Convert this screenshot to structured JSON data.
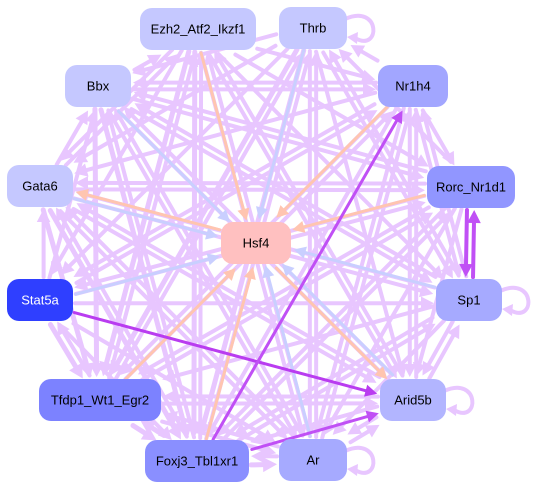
{
  "nodes": [
    {
      "id": "ezh2",
      "label": "Ezh2_Atf2_Ikzf1",
      "fill": "#c5c8ff",
      "text": "#000000"
    },
    {
      "id": "thrb",
      "label": "Thrb",
      "fill": "#c5c8ff",
      "text": "#000000"
    },
    {
      "id": "bbx",
      "label": "Bbx",
      "fill": "#c5c8ff",
      "text": "#000000"
    },
    {
      "id": "nr1h4",
      "label": "Nr1h4",
      "fill": "#a2a6ff",
      "text": "#000000"
    },
    {
      "id": "gata6",
      "label": "Gata6",
      "fill": "#c5c8ff",
      "text": "#000000"
    },
    {
      "id": "rorc",
      "label": "Rorc_Nr1d1",
      "fill": "#9196ff",
      "text": "#000000"
    },
    {
      "id": "hsf4",
      "label": "Hsf4",
      "fill": "#ffc0c0",
      "text": "#000000"
    },
    {
      "id": "stat5a",
      "label": "Stat5a",
      "fill": "#2f3fff",
      "text": "#ffffff"
    },
    {
      "id": "sp1",
      "label": "Sp1",
      "fill": "#a6aaff",
      "text": "#000000"
    },
    {
      "id": "tfdp1",
      "label": "Tfdp1_Wt1_Egr2",
      "fill": "#7c82ff",
      "text": "#000000"
    },
    {
      "id": "arid5b",
      "label": "Arid5b",
      "fill": "#b2b5ff",
      "text": "#000000"
    },
    {
      "id": "foxj3",
      "label": "Foxj3_Tbl1xr1",
      "fill": "#8a8fff",
      "text": "#000000"
    },
    {
      "id": "ar",
      "label": "Ar",
      "fill": "#a6aaff",
      "text": "#000000"
    }
  ],
  "edges": [
    {
      "from": "ezh2",
      "to": "hsf4",
      "color": "#ffc5b0",
      "weight": 3
    },
    {
      "from": "thrb",
      "to": "hsf4",
      "color": "#c9cfff",
      "weight": 3
    },
    {
      "from": "bbx",
      "to": "hsf4",
      "color": "#c9cfff",
      "weight": 3
    },
    {
      "from": "nr1h4",
      "to": "hsf4",
      "color": "#ffc5b0",
      "weight": 3
    },
    {
      "from": "gata6",
      "to": "hsf4",
      "color": "#c9cfff",
      "weight": 3
    },
    {
      "from": "rorc",
      "to": "hsf4",
      "color": "#ffc5b0",
      "weight": 3
    },
    {
      "from": "stat5a",
      "to": "hsf4",
      "color": "#c9cfff",
      "weight": 3
    },
    {
      "from": "sp1",
      "to": "hsf4",
      "color": "#c9cfff",
      "weight": 3
    },
    {
      "from": "tfdp1",
      "to": "hsf4",
      "color": "#ffc5b0",
      "weight": 3
    },
    {
      "from": "arid5b",
      "to": "hsf4",
      "color": "#c9cfff",
      "weight": 3
    },
    {
      "from": "foxj3",
      "to": "hsf4",
      "color": "#ffc5b0",
      "weight": 3
    },
    {
      "from": "ar",
      "to": "hsf4",
      "color": "#c9cfff",
      "weight": 3
    },
    {
      "from": "hsf4",
      "to": "gata6",
      "color": "#ffc5b0",
      "weight": 3
    },
    {
      "from": "hsf4",
      "to": "arid5b",
      "color": "#ffc5b0",
      "weight": 3
    },
    {
      "from": "stat5a",
      "to": "arid5b",
      "color": "#b93cf0",
      "weight": 3
    },
    {
      "from": "foxj3",
      "to": "nr1h4",
      "color": "#c050f5",
      "weight": 3
    },
    {
      "from": "rorc",
      "to": "sp1",
      "color": "#c050f5",
      "weight": 4
    },
    {
      "from": "sp1",
      "to": "rorc",
      "color": "#c050f5",
      "weight": 4
    },
    {
      "from": "foxj3",
      "to": "arid5b",
      "color": "#c050f5",
      "weight": 3
    },
    {
      "from": "ezh2",
      "to": "tfdp1",
      "color": "#e8c6ff",
      "weight": 5
    },
    {
      "from": "ezh2",
      "to": "foxj3",
      "color": "#e8c6ff",
      "weight": 5
    },
    {
      "from": "ezh2",
      "to": "ar",
      "color": "#e8c6ff",
      "weight": 4
    },
    {
      "from": "ezh2",
      "to": "arid5b",
      "color": "#e8c6ff",
      "weight": 4
    },
    {
      "from": "ezh2",
      "to": "sp1",
      "color": "#e8c6ff",
      "weight": 4
    },
    {
      "from": "ezh2",
      "to": "rorc",
      "color": "#e8c6ff",
      "weight": 4
    },
    {
      "from": "ezh2",
      "to": "nr1h4",
      "color": "#e8c6ff",
      "weight": 4
    },
    {
      "from": "ezh2",
      "to": "gata6",
      "color": "#e8c6ff",
      "weight": 4
    },
    {
      "from": "ezh2",
      "to": "stat5a",
      "color": "#e8c6ff",
      "weight": 4
    },
    {
      "from": "thrb",
      "to": "foxj3",
      "color": "#e8c6ff",
      "weight": 5
    },
    {
      "from": "thrb",
      "to": "tfdp1",
      "color": "#e8c6ff",
      "weight": 5
    },
    {
      "from": "thrb",
      "to": "ar",
      "color": "#e8c6ff",
      "weight": 4
    },
    {
      "from": "thrb",
      "to": "arid5b",
      "color": "#e8c6ff",
      "weight": 4
    },
    {
      "from": "thrb",
      "to": "sp1",
      "color": "#e8c6ff",
      "weight": 4
    },
    {
      "from": "thrb",
      "to": "bbx",
      "color": "#e8c6ff",
      "weight": 4
    },
    {
      "from": "thrb",
      "to": "gata6",
      "color": "#e8c6ff",
      "weight": 4
    },
    {
      "from": "thrb",
      "to": "stat5a",
      "color": "#e8c6ff",
      "weight": 4
    },
    {
      "from": "bbx",
      "to": "tfdp1",
      "color": "#e8c6ff",
      "weight": 5
    },
    {
      "from": "bbx",
      "to": "foxj3",
      "color": "#e8c6ff",
      "weight": 5
    },
    {
      "from": "bbx",
      "to": "ar",
      "color": "#e8c6ff",
      "weight": 4
    },
    {
      "from": "bbx",
      "to": "arid5b",
      "color": "#e8c6ff",
      "weight": 4
    },
    {
      "from": "bbx",
      "to": "sp1",
      "color": "#e8c6ff",
      "weight": 4
    },
    {
      "from": "bbx",
      "to": "rorc",
      "color": "#e8c6ff",
      "weight": 4
    },
    {
      "from": "bbx",
      "to": "nr1h4",
      "color": "#e8c6ff",
      "weight": 4
    },
    {
      "from": "bbx",
      "to": "ezh2",
      "color": "#e8c6ff",
      "weight": 4
    },
    {
      "from": "nr1h4",
      "to": "tfdp1",
      "color": "#e8c6ff",
      "weight": 4
    },
    {
      "from": "nr1h4",
      "to": "foxj3",
      "color": "#e8c6ff",
      "weight": 4
    },
    {
      "from": "nr1h4",
      "to": "ar",
      "color": "#e8c6ff",
      "weight": 4
    },
    {
      "from": "nr1h4",
      "to": "arid5b",
      "color": "#e8c6ff",
      "weight": 4
    },
    {
      "from": "nr1h4",
      "to": "sp1",
      "color": "#e8c6ff",
      "weight": 4
    },
    {
      "from": "nr1h4",
      "to": "rorc",
      "color": "#e8c6ff",
      "weight": 4
    },
    {
      "from": "nr1h4",
      "to": "gata6",
      "color": "#e8c6ff",
      "weight": 4
    },
    {
      "from": "nr1h4",
      "to": "stat5a",
      "color": "#e8c6ff",
      "weight": 4
    },
    {
      "from": "nr1h4",
      "to": "bbx",
      "color": "#e8c6ff",
      "weight": 4
    },
    {
      "from": "nr1h4",
      "to": "thrb",
      "color": "#e8c6ff",
      "weight": 4
    },
    {
      "from": "gata6",
      "to": "tfdp1",
      "color": "#e8c6ff",
      "weight": 5
    },
    {
      "from": "gata6",
      "to": "foxj3",
      "color": "#e8c6ff",
      "weight": 5
    },
    {
      "from": "gata6",
      "to": "ar",
      "color": "#e8c6ff",
      "weight": 4
    },
    {
      "from": "gata6",
      "to": "arid5b",
      "color": "#e8c6ff",
      "weight": 4
    },
    {
      "from": "gata6",
      "to": "sp1",
      "color": "#e8c6ff",
      "weight": 4
    },
    {
      "from": "gata6",
      "to": "rorc",
      "color": "#e8c6ff",
      "weight": 4
    },
    {
      "from": "gata6",
      "to": "bbx",
      "color": "#e8c6ff",
      "weight": 4
    },
    {
      "from": "gata6",
      "to": "ezh2",
      "color": "#e8c6ff",
      "weight": 4
    },
    {
      "from": "rorc",
      "to": "tfdp1",
      "color": "#e8c6ff",
      "weight": 4
    },
    {
      "from": "rorc",
      "to": "foxj3",
      "color": "#e8c6ff",
      "weight": 4
    },
    {
      "from": "rorc",
      "to": "ar",
      "color": "#e8c6ff",
      "weight": 4
    },
    {
      "from": "rorc",
      "to": "arid5b",
      "color": "#e8c6ff",
      "weight": 4
    },
    {
      "from": "rorc",
      "to": "stat5a",
      "color": "#e8c6ff",
      "weight": 4
    },
    {
      "from": "rorc",
      "to": "gata6",
      "color": "#e8c6ff",
      "weight": 4
    },
    {
      "from": "rorc",
      "to": "bbx",
      "color": "#e8c6ff",
      "weight": 4
    },
    {
      "from": "rorc",
      "to": "thrb",
      "color": "#e8c6ff",
      "weight": 4
    },
    {
      "from": "stat5a",
      "to": "tfdp1",
      "color": "#e8c6ff",
      "weight": 5
    },
    {
      "from": "stat5a",
      "to": "foxj3",
      "color": "#e8c6ff",
      "weight": 4
    },
    {
      "from": "stat5a",
      "to": "ar",
      "color": "#e8c6ff",
      "weight": 4
    },
    {
      "from": "stat5a",
      "to": "sp1",
      "color": "#e8c6ff",
      "weight": 4
    },
    {
      "from": "stat5a",
      "to": "rorc",
      "color": "#e8c6ff",
      "weight": 4
    },
    {
      "from": "stat5a",
      "to": "nr1h4",
      "color": "#e8c6ff",
      "weight": 4
    },
    {
      "from": "stat5a",
      "to": "bbx",
      "color": "#e8c6ff",
      "weight": 4
    },
    {
      "from": "stat5a",
      "to": "gata6",
      "color": "#e8c6ff",
      "weight": 4
    },
    {
      "from": "sp1",
      "to": "tfdp1",
      "color": "#e8c6ff",
      "weight": 4
    },
    {
      "from": "sp1",
      "to": "foxj3",
      "color": "#e8c6ff",
      "weight": 4
    },
    {
      "from": "sp1",
      "to": "ar",
      "color": "#e8c6ff",
      "weight": 4
    },
    {
      "from": "sp1",
      "to": "arid5b",
      "color": "#e8c6ff",
      "weight": 4
    },
    {
      "from": "sp1",
      "to": "nr1h4",
      "color": "#e8c6ff",
      "weight": 4
    },
    {
      "from": "sp1",
      "to": "gata6",
      "color": "#e8c6ff",
      "weight": 4
    },
    {
      "from": "sp1",
      "to": "bbx",
      "color": "#e8c6ff",
      "weight": 4
    },
    {
      "from": "sp1",
      "to": "thrb",
      "color": "#e8c6ff",
      "weight": 4
    },
    {
      "from": "tfdp1",
      "to": "foxj3",
      "color": "#e8c6ff",
      "weight": 5
    },
    {
      "from": "tfdp1",
      "to": "ar",
      "color": "#e8c6ff",
      "weight": 4
    },
    {
      "from": "tfdp1",
      "to": "arid5b",
      "color": "#e8c6ff",
      "weight": 4
    },
    {
      "from": "tfdp1",
      "to": "rorc",
      "color": "#e8c6ff",
      "weight": 4
    },
    {
      "from": "tfdp1",
      "to": "nr1h4",
      "color": "#e8c6ff",
      "weight": 4
    },
    {
      "from": "tfdp1",
      "to": "ezh2",
      "color": "#e8c6ff",
      "weight": 4
    },
    {
      "from": "tfdp1",
      "to": "thrb",
      "color": "#e8c6ff",
      "weight": 4
    },
    {
      "from": "tfdp1",
      "to": "stat5a",
      "color": "#e8c6ff",
      "weight": 4
    },
    {
      "from": "arid5b",
      "to": "foxj3",
      "color": "#e8c6ff",
      "weight": 4
    },
    {
      "from": "arid5b",
      "to": "ar",
      "color": "#e8c6ff",
      "weight": 4
    },
    {
      "from": "arid5b",
      "to": "tfdp1",
      "color": "#e8c6ff",
      "weight": 4
    },
    {
      "from": "arid5b",
      "to": "nr1h4",
      "color": "#e8c6ff",
      "weight": 4
    },
    {
      "from": "arid5b",
      "to": "ezh2",
      "color": "#e8c6ff",
      "weight": 4
    },
    {
      "from": "arid5b",
      "to": "bbx",
      "color": "#e8c6ff",
      "weight": 4
    },
    {
      "from": "arid5b",
      "to": "gata6",
      "color": "#e8c6ff",
      "weight": 4
    },
    {
      "from": "arid5b",
      "to": "sp1",
      "color": "#e8c6ff",
      "weight": 4
    },
    {
      "from": "foxj3",
      "to": "ar",
      "color": "#e8c6ff",
      "weight": 5
    },
    {
      "from": "foxj3",
      "to": "tfdp1",
      "color": "#e8c6ff",
      "weight": 5
    },
    {
      "from": "foxj3",
      "to": "rorc",
      "color": "#e8c6ff",
      "weight": 4
    },
    {
      "from": "foxj3",
      "to": "sp1",
      "color": "#e8c6ff",
      "weight": 4
    },
    {
      "from": "foxj3",
      "to": "thrb",
      "color": "#e8c6ff",
      "weight": 4
    },
    {
      "from": "foxj3",
      "to": "ezh2",
      "color": "#e8c6ff",
      "weight": 4
    },
    {
      "from": "foxj3",
      "to": "bbx",
      "color": "#e8c6ff",
      "weight": 4
    },
    {
      "from": "foxj3",
      "to": "gata6",
      "color": "#e8c6ff",
      "weight": 4
    },
    {
      "from": "ar",
      "to": "foxj3",
      "color": "#e8c6ff",
      "weight": 4
    },
    {
      "from": "ar",
      "to": "arid5b",
      "color": "#e8c6ff",
      "weight": 4
    },
    {
      "from": "ar",
      "to": "tfdp1",
      "color": "#e8c6ff",
      "weight": 4
    },
    {
      "from": "ar",
      "to": "nr1h4",
      "color": "#e8c6ff",
      "weight": 4
    },
    {
      "from": "ar",
      "to": "ezh2",
      "color": "#e8c6ff",
      "weight": 4
    },
    {
      "from": "ar",
      "to": "thrb",
      "color": "#e8c6ff",
      "weight": 4
    },
    {
      "from": "ar",
      "to": "bbx",
      "color": "#e8c6ff",
      "weight": 4
    },
    {
      "from": "ar",
      "to": "gata6",
      "color": "#e8c6ff",
      "weight": 4
    }
  ],
  "self_loops": [
    {
      "node": "thrb",
      "color": "#e8c6ff",
      "weight": 4
    },
    {
      "node": "sp1",
      "color": "#e8c6ff",
      "weight": 4
    },
    {
      "node": "arid5b",
      "color": "#e8c6ff",
      "weight": 4
    },
    {
      "node": "ar",
      "color": "#e8c6ff",
      "weight": 4
    }
  ]
}
